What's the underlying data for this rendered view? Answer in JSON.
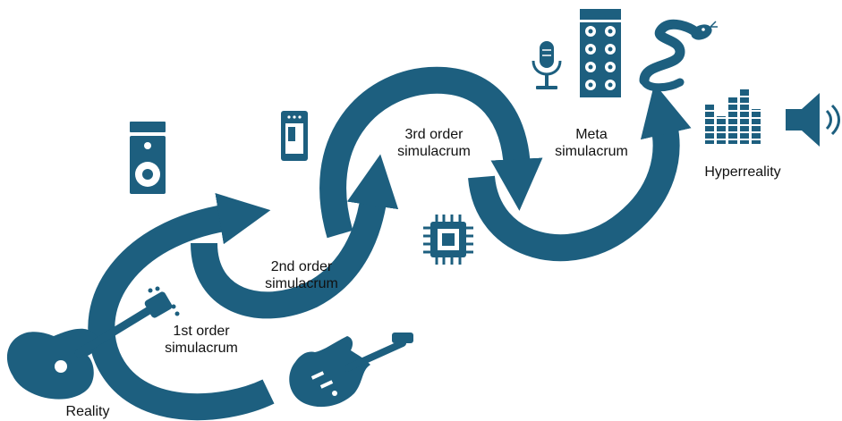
{
  "stages": {
    "reality": "Reality",
    "first_order": [
      "1st order",
      "simulacrum"
    ],
    "second_order": [
      "2nd order",
      "simulacrum"
    ],
    "third_order": [
      "3rd order",
      "simulacrum"
    ],
    "meta": [
      "Meta",
      "simulacrum"
    ],
    "hyperreality": "Hyperreality"
  },
  "icons": [
    "acoustic-guitar-icon",
    "electric-guitar-icon",
    "speaker-icon",
    "phone-icon",
    "microchip-icon",
    "microphone-icon",
    "speaker-stack-icon",
    "snake-icon",
    "equalizer-icon",
    "volume-icon"
  ],
  "colors": {
    "primary": "#1d5f7f",
    "text": "#111111",
    "background": "#ffffff"
  }
}
